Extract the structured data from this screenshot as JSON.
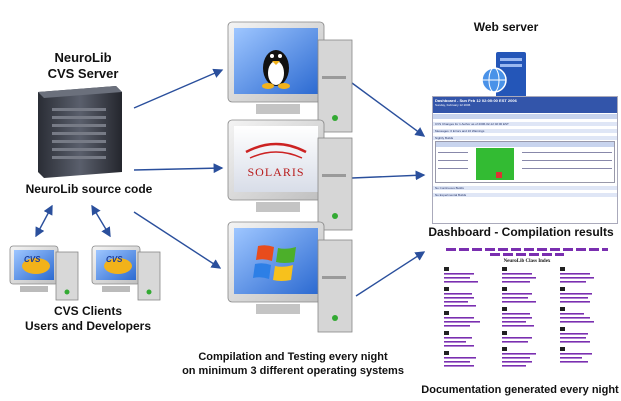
{
  "server": {
    "title_line1": "NeuroLib",
    "title_line2": "CVS Server",
    "source_label": "NeuroLib source code"
  },
  "clients": {
    "line1": "CVS Clients",
    "line2": "Users and Developers",
    "badge": "CVS"
  },
  "build_hosts": {
    "os_solaris": "SOLARIS",
    "caption_line1": "Compilation and Testing every night",
    "caption_line2": "on minimum 3 different operating systems"
  },
  "web_server": {
    "label": "Web server"
  },
  "dashboard": {
    "caption": "Dashboard - Compilation results",
    "header_title": "Dashboard - Sun Feb 12 02:00:00 EST 2006",
    "header_sub": "Sunday, February 12 2006",
    "section_1": "CVS Changes for 1 Author as of 2006-02-12 02:00 EST",
    "section_2": "Messages: 0 Errors and 16 Warnings",
    "section_3": "Nightly Builds",
    "section_4": "No Continuous Builds",
    "section_5": "No Experimental Builds"
  },
  "docs": {
    "caption": "Documentation generated every night",
    "title": "NeuroLib Class Index"
  },
  "colors": {
    "arrow": "#2a4f9c",
    "link": "#7a2fb0",
    "dash_blue": "#3355aa",
    "pass_green": "#33bb33",
    "fail_red": "#dd3333"
  }
}
